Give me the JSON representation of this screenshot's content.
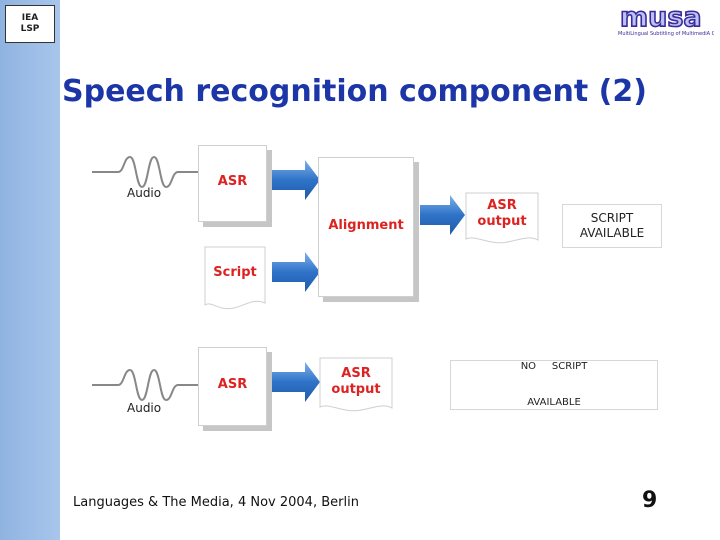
{
  "header": {
    "logo_left_line1": "IEA",
    "logo_left_line2": "LSP",
    "logo_right_brand": "musa",
    "logo_right_tagline": "MultiLingual Subtitling of MultimediA Content"
  },
  "title": "Speech recognition component (2)",
  "diagram": {
    "upper": {
      "audio_label": "Audio",
      "asr_label": "ASR",
      "script_label": "Script",
      "alignment_label": "Alignment",
      "asr_output_line1": "ASR",
      "asr_output_line2": "output",
      "status_line1": "SCRIPT",
      "status_line2": "AVAILABLE"
    },
    "lower": {
      "audio_label": "Audio",
      "asr_label": "ASR",
      "asr_output_line1": "ASR",
      "asr_output_line2": "output",
      "status_line1": "NO     SCRIPT",
      "status_line2": "AVAILABLE"
    }
  },
  "footer": {
    "text": "Languages & The Media, 4 Nov 2004, Berlin",
    "page_number": "9"
  },
  "colors": {
    "title": "#1c36a8",
    "box_label": "#dd2222",
    "arrow": "#3a7fd0",
    "sidebar": "#a8c6ec"
  }
}
